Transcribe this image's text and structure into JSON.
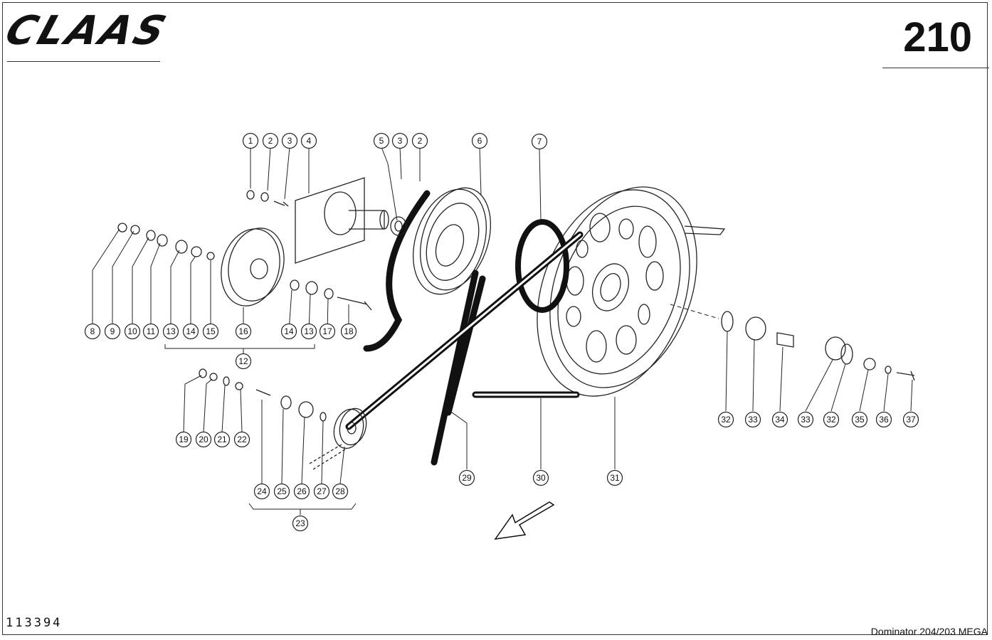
{
  "header": {
    "brand": "CLAAS",
    "page_number": "210"
  },
  "footer": {
    "drawing_number": "113394",
    "model": "Dominator 204/203 MEGA"
  },
  "callouts": [
    "1",
    "2",
    "3",
    "4",
    "5",
    "3",
    "2",
    "6",
    "7",
    "8",
    "9",
    "10",
    "11",
    "13",
    "14",
    "15",
    "16",
    "14",
    "13",
    "17",
    "18",
    "12",
    "19",
    "20",
    "21",
    "22",
    "24",
    "25",
    "26",
    "27",
    "28",
    "23",
    "29",
    "30",
    "31",
    "32",
    "33",
    "34",
    "33",
    "32",
    "35",
    "36",
    "37"
  ]
}
